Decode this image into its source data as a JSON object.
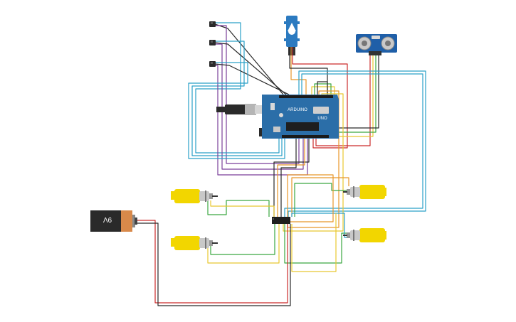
{
  "diagram": {
    "title": "",
    "battery": {
      "label": "9V"
    },
    "arduino": {
      "label": "UNO",
      "brand": "ARDUINO"
    },
    "colors": {
      "background": "#ffffff",
      "arduino_board": "#2b6ea8",
      "motor_body": "#f2d600",
      "battery_body": "#2a2a2a",
      "battery_cap": "#d8894a",
      "sensor_board": "#1f5fa8",
      "wire_red": "#cc2b2b",
      "wire_black": "#2a2a2a",
      "wire_blue": "#2aa0c8",
      "wire_purple": "#7a3f9a",
      "wire_yellow": "#e8c830",
      "wire_orange": "#e8962a",
      "wire_green": "#3aa640"
    },
    "components": [
      {
        "id": "arduino-uno",
        "type": "microcontroller"
      },
      {
        "id": "servo-motor",
        "type": "servo"
      },
      {
        "id": "ultrasonic-sensor",
        "type": "sensor"
      },
      {
        "id": "ir-sensor-1",
        "type": "sensor"
      },
      {
        "id": "ir-sensor-2",
        "type": "sensor"
      },
      {
        "id": "ir-sensor-3",
        "type": "sensor"
      },
      {
        "id": "dc-motor-left-top",
        "type": "motor"
      },
      {
        "id": "dc-motor-left-bottom",
        "type": "motor"
      },
      {
        "id": "dc-motor-right-top",
        "type": "motor"
      },
      {
        "id": "dc-motor-right-bottom",
        "type": "motor"
      },
      {
        "id": "motor-driver-ic",
        "type": "ic"
      },
      {
        "id": "battery-9v",
        "type": "battery"
      }
    ]
  }
}
